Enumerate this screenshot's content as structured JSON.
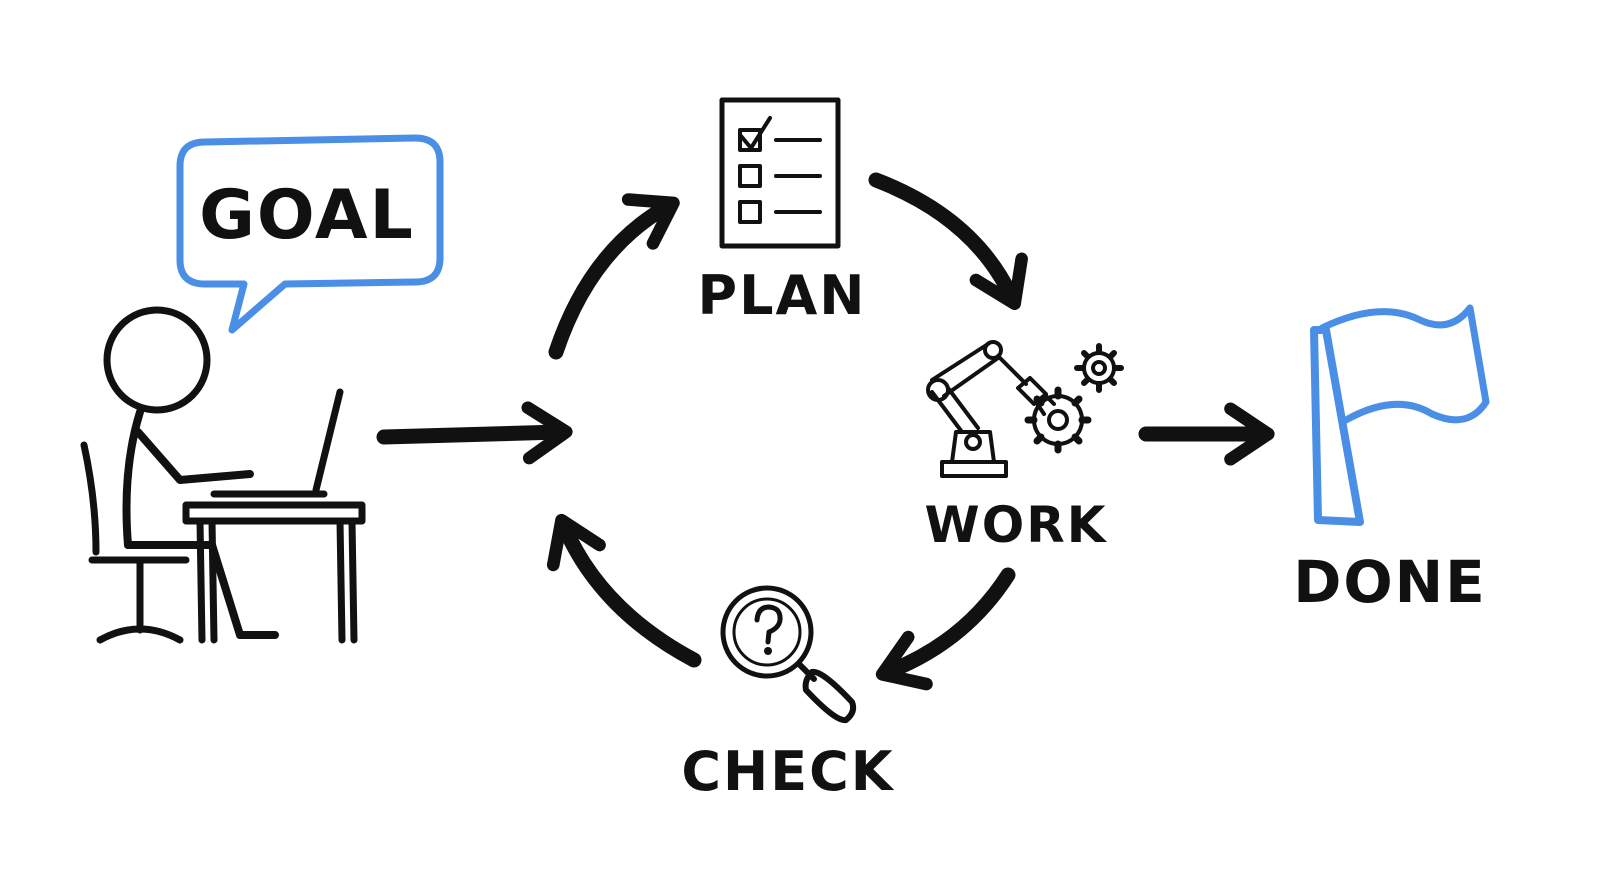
{
  "goal": {
    "label": "GOAL",
    "icon": "speech-bubble-icon",
    "color": "#4a8ee6"
  },
  "person": {
    "icon": "person-at-laptop-icon"
  },
  "cycle": {
    "plan": {
      "label": "PLAN",
      "icon": "checklist-icon"
    },
    "work": {
      "label": "WORK",
      "icon": "robot-arm-gears-icon"
    },
    "check": {
      "label": "CHECK",
      "icon": "magnifier-question-icon"
    }
  },
  "done": {
    "label": "DONE",
    "icon": "flag-icon",
    "color": "#4a8ee6"
  },
  "colors": {
    "ink": "#111111",
    "accent": "#4a8ee6",
    "background": "#ffffff"
  }
}
